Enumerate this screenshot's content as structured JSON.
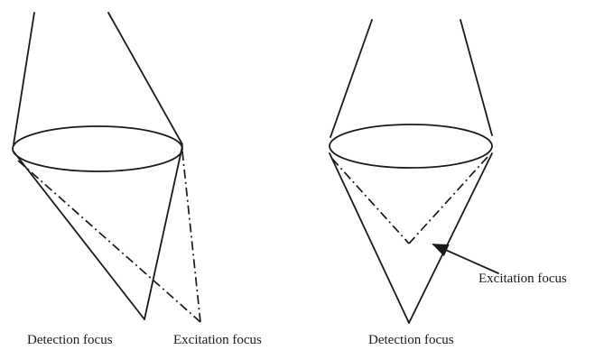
{
  "left_panel": {
    "detection_label": "Detection focus",
    "excitation_label": "Excitation focus"
  },
  "right_panel": {
    "detection_label": "Detection focus",
    "excitation_label": "Excitation focus"
  }
}
